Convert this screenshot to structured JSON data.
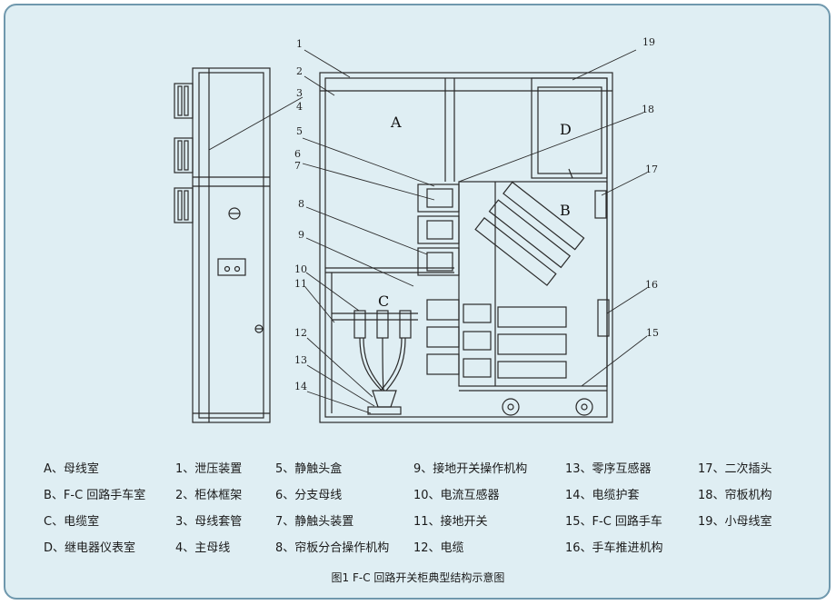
{
  "diagram": {
    "zone_letters": [
      "A",
      "B",
      "C",
      "D"
    ],
    "callout_numbers": [
      "1",
      "2",
      "3",
      "4",
      "5",
      "6",
      "7",
      "8",
      "9",
      "10",
      "11",
      "12",
      "13",
      "14",
      "15",
      "16",
      "17",
      "18",
      "19"
    ]
  },
  "legend": {
    "col1": [
      "A、母线室",
      "B、F-C 回路手车室",
      "C、电缆室",
      "D、继电器仪表室"
    ],
    "col2": [
      "1、泄压装置",
      "2、柜体框架",
      "3、母线套管",
      "4、主母线"
    ],
    "col3": [
      "5、静触头盒",
      "6、分支母线",
      "7、静触头装置",
      "8、帘板分合操作机构"
    ],
    "col4": [
      "9、接地开关操作机构",
      "10、电流互感器",
      "11、接地开关",
      "12、电缆"
    ],
    "col5": [
      "13、零序互感器",
      "14、电缆护套",
      "15、F-C 回路手车",
      "16、手车推进机构"
    ],
    "col6": [
      "17、二次插头",
      "18、帘板机构",
      "19、小母线室"
    ]
  },
  "caption": "图1 F-C 回路开关柜典型结构示意图",
  "colors": {
    "background": "#dfeef3",
    "border": "#6f98ad",
    "line": "#2a2a2a"
  }
}
